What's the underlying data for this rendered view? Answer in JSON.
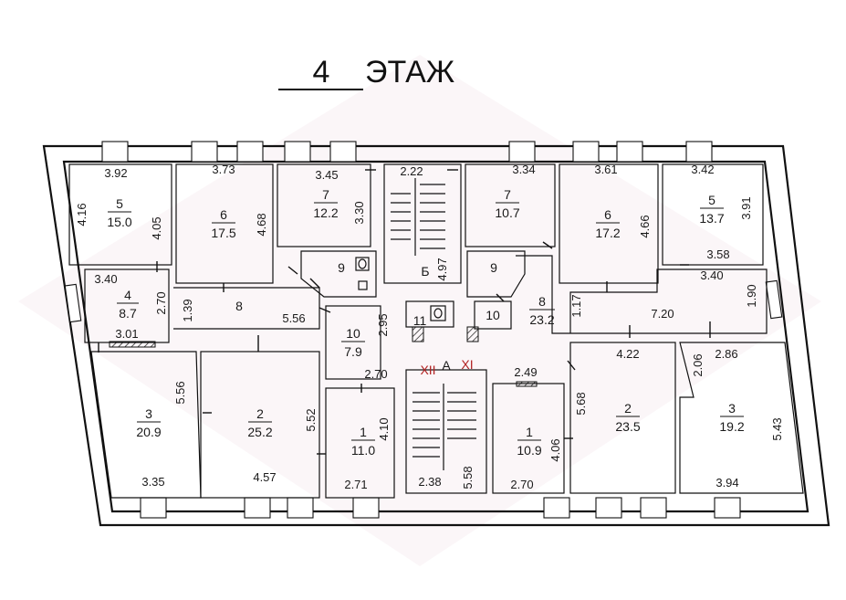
{
  "title": {
    "number": "4",
    "label": "ЭТАЖ"
  },
  "section_labels": {
    "corridor": "А",
    "stair_b": "Б",
    "left_axis": "XII",
    "right_axis": "XI"
  },
  "rooms": [
    {
      "id": "l5",
      "number": "5",
      "area": "15.0"
    },
    {
      "id": "l6",
      "number": "6",
      "area": "17.5"
    },
    {
      "id": "l7",
      "number": "7",
      "area": "12.2"
    },
    {
      "id": "r7",
      "number": "7",
      "area": "10.7"
    },
    {
      "id": "r6",
      "number": "6",
      "area": "17.2"
    },
    {
      "id": "r5",
      "number": "5",
      "area": "13.7"
    },
    {
      "id": "l4",
      "number": "4",
      "area": "8.7"
    },
    {
      "id": "l8",
      "number": "8",
      "area": ""
    },
    {
      "id": "l9",
      "number": "9",
      "area": ""
    },
    {
      "id": "r9",
      "number": "9",
      "area": ""
    },
    {
      "id": "l10",
      "number": "10",
      "area": "7.9"
    },
    {
      "id": "c11",
      "number": "11",
      "area": ""
    },
    {
      "id": "r10",
      "number": "10",
      "area": ""
    },
    {
      "id": "r8",
      "number": "8",
      "area": "23.2"
    },
    {
      "id": "l3",
      "number": "3",
      "area": "20.9"
    },
    {
      "id": "l2",
      "number": "2",
      "area": "25.2"
    },
    {
      "id": "l1",
      "number": "1",
      "area": "11.0"
    },
    {
      "id": "r1",
      "number": "1",
      "area": "10.9"
    },
    {
      "id": "r2",
      "number": "2",
      "area": "23.5"
    },
    {
      "id": "r3",
      "number": "3",
      "area": "19.2"
    }
  ],
  "dimensions": {
    "l5_top": "3.92",
    "l5_side": "4.16",
    "l5_inner": "4.05",
    "l6_top": "3.73",
    "l6_side": "4.68",
    "l7_top": "3.45",
    "l7_side": "3.30",
    "stair_top": "2.22",
    "stair_side": "4.97",
    "r7_top": "3.34",
    "r6_top": "3.61",
    "r6_side": "4.66",
    "r5_top": "3.42",
    "r5_side": "3.91",
    "r5_bottom": "3.58",
    "l4_top": "3.40",
    "l4_side": "2.70",
    "l4_bottom": "3.01",
    "l8_side": "1.39",
    "l8_len": "5.56",
    "l10_side": "2.95",
    "l10_bottom": "2.70",
    "r8_side": "1.17",
    "r8_right_top": "3.40",
    "r8_right_side": "1.90",
    "r8_len": "7.20",
    "r1_top": "2.49",
    "r2_top": "4.22",
    "r2_side": "5.68",
    "r3_side_a": "2.06",
    "r3_top": "2.86",
    "r3_side": "5.43",
    "r3_bottom": "3.94",
    "l3_side": "5.56",
    "l3_bottom": "3.35",
    "l2_side": "5.52",
    "l2_bottom": "4.57",
    "l1_side": "4.10",
    "l1_bottom": "2.71",
    "stair_a_bottom": "2.38",
    "stair_a_side": "5.58",
    "r1_side": "4.06",
    "r1_bottom": "2.70"
  }
}
